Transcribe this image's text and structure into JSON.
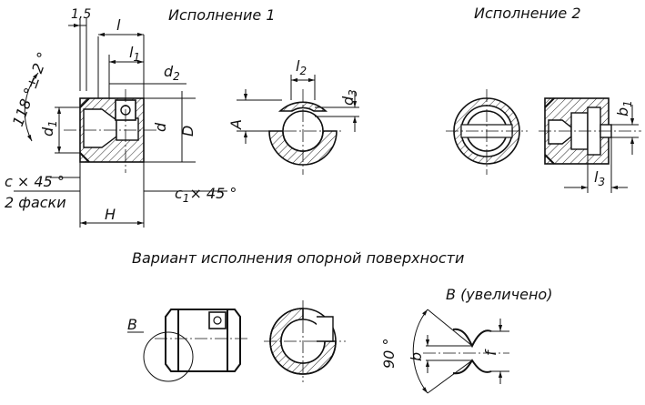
{
  "titles": {
    "version1": "Исполнение 1",
    "version2": "Исполнение 2",
    "support_variant": "Вариант исполнения опорной поверхности",
    "detail_b": "В (увеличено)"
  },
  "dimensions": {
    "d_1_5": "1,5",
    "l": "l",
    "l1": "l",
    "l1_sub": "1",
    "d2": "d",
    "d2_sub": "2",
    "angle118": "118 °± 2 °",
    "d1": "d",
    "d1_sub": "1",
    "d": "d",
    "D": "D",
    "chamfer_c": "c × 45 °",
    "two_chamfers": "2 фаски",
    "chamfer_c1": "c",
    "chamfer_c1_sub": "1",
    "chamfer_c1_tail": "× 45 °",
    "H": "H",
    "l2": "l",
    "l2_sub": "2",
    "d3": "d",
    "d3_sub": "3",
    "A": "A",
    "b1": "b",
    "b1_sub": "1",
    "l3": "l",
    "l3_sub": "3",
    "B": "В",
    "angle90": "90 °",
    "b": "b",
    "f": "f"
  }
}
